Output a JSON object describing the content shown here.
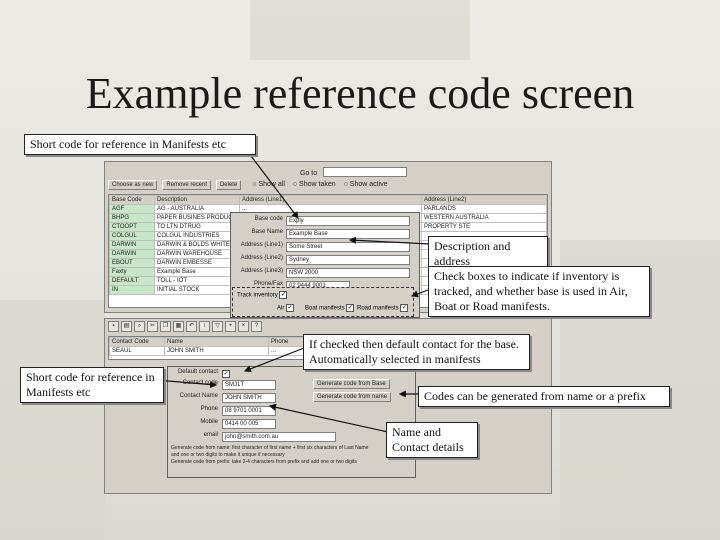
{
  "slide": {
    "title": "Example reference code screen"
  },
  "callouts": {
    "short_code_top": "Short code for reference in Manifests etc",
    "description_address": "Description and address",
    "check_boxes": "Check boxes to indicate if inventory is tracked, and whether base is used in Air, Boat or Road manifests.",
    "default_contact": "If checked then default contact for the base. Automatically selected in manifests",
    "short_code_bottom": "Short code for reference in Manifests etc",
    "codes_generated": "Codes can be generated from name or a prefix",
    "name_contact": "Name and Contact details"
  },
  "top_window": {
    "goto_label": "Go to",
    "buttons": [
      "Choose as new",
      "Remove recent",
      "Delete"
    ],
    "filters": [
      "Show all",
      "Show taken",
      "Show active"
    ],
    "columns": [
      "Base Code",
      "Description",
      "Address (Line1)",
      "Address (Line2)"
    ],
    "rows": [
      {
        "code": "AGF",
        "desc": "AG - AUSTRALIA",
        "a1": "...",
        "a2": "PARLANDS"
      },
      {
        "code": "BHPG",
        "desc": "PAPER BUSINES PRODUC",
        "a1": "...",
        "a2": "WESTERN AUSTRALIA"
      },
      {
        "code": "CTOOPT",
        "desc": "TO LTN DTRUG",
        "a1": "...",
        "a2": "PROPERTY STE"
      },
      {
        "code": "COLGUL",
        "desc": "COLGUL INDUSTRIES",
        "a1": "...",
        "a2": ""
      },
      {
        "code": "DARWIN",
        "desc": "DARWIN & BOLDS WHITE",
        "a1": "...",
        "a2": ""
      },
      {
        "code": "DARWIN",
        "desc": "DARWIN WAREHOUSE",
        "a1": "...",
        "a2": ""
      },
      {
        "code": "EBOUT",
        "desc": "DARWIN EMBESSE",
        "a1": "...",
        "a2": ""
      },
      {
        "code": "Faxty",
        "desc": "Example Base",
        "a1": "...",
        "a2": ""
      },
      {
        "code": "DEFAULT",
        "desc": "TOLL - IOT",
        "a1": "...",
        "a2": ""
      },
      {
        "code": "IN",
        "desc": "INITIAL STOCK",
        "a1": "...",
        "a2": ""
      }
    ]
  },
  "base_dialog": {
    "base_code_label": "Base code",
    "base_code_value": "Exply",
    "base_name_label": "Base Name",
    "base_name_value": "Example Base",
    "addr1_label": "Address (Line1)",
    "addr1_value": "Some Street",
    "addr2_label": "Address (Line2)",
    "addr2_value": "Sydney",
    "addr3_label": "Address (Line3)",
    "addr3_value": "NSW 2000",
    "phone_label": "Phone/Fax",
    "phone_value": "02 9444 9001",
    "track_label": "Track inventory",
    "air_label": "Air",
    "boat_label": "Boat manifests",
    "road_label": "Road manifests"
  },
  "bottom_window": {
    "columns": [
      "Contact Code",
      "Name",
      "Phone"
    ],
    "rows": [
      {
        "code": "SEAUL",
        "name": "JOHN SMITH",
        "phone": "..."
      }
    ]
  },
  "contact_dialog": {
    "default_label": "Default contact",
    "contact_code_label": "Contact code",
    "contact_code_value": "SMJ1T",
    "contact_name_label": "Contact Name",
    "contact_name_value": "JOHN SMITH",
    "phone_label": "Phone",
    "phone_value": "08 9701 0001",
    "mobile_label": "Mobile",
    "mobile_value": "0414 00 005",
    "email_label": "email",
    "email_value": "john@smith.com.au",
    "gen_button_1": "Generate code from Base",
    "gen_button_2": "Generate code from name",
    "note_lines": [
      "Generate code from name: first character of first name + first six characters of Last Name",
      "and one or two digits to make it unique if necessary",
      "Generate code from prefix: take 2-4 characters from prefix and add one or two digits"
    ]
  }
}
